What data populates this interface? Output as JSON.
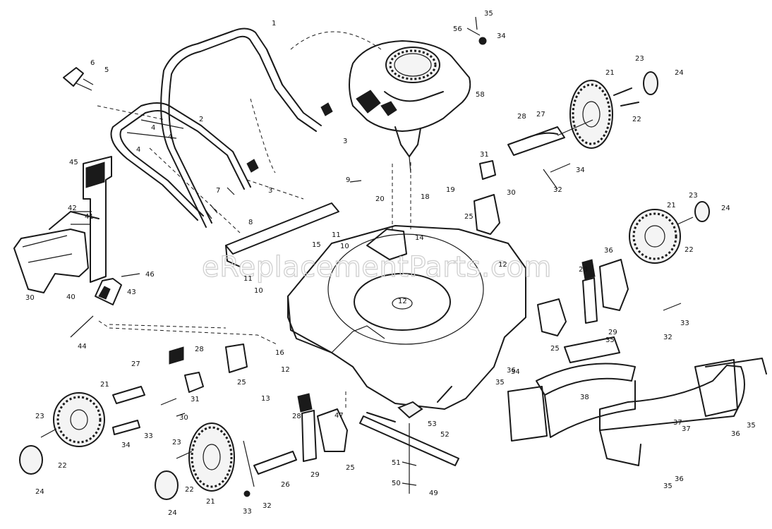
{
  "watermark": "eReplacementParts.com",
  "callouts": [
    {
      "id": "c1",
      "text": "1"
    },
    {
      "id": "c2",
      "text": "2"
    },
    {
      "id": "c3a",
      "text": "3"
    },
    {
      "id": "c3b",
      "text": "3"
    },
    {
      "id": "c4a",
      "text": "4"
    },
    {
      "id": "c4b",
      "text": "4"
    },
    {
      "id": "c4c",
      "text": "4"
    },
    {
      "id": "c5",
      "text": "5"
    },
    {
      "id": "c6",
      "text": "6"
    },
    {
      "id": "c7",
      "text": "7"
    },
    {
      "id": "c8",
      "text": "8"
    },
    {
      "id": "c9",
      "text": "9"
    },
    {
      "id": "c10a",
      "text": "10"
    },
    {
      "id": "c10b",
      "text": "10"
    },
    {
      "id": "c11a",
      "text": "11"
    },
    {
      "id": "c11b",
      "text": "11"
    },
    {
      "id": "c12a",
      "text": "12"
    },
    {
      "id": "c12b",
      "text": "12"
    },
    {
      "id": "c12c",
      "text": "12"
    },
    {
      "id": "c13",
      "text": "13"
    },
    {
      "id": "c14",
      "text": "14"
    },
    {
      "id": "c15",
      "text": "15"
    },
    {
      "id": "c16",
      "text": "16"
    },
    {
      "id": "c18",
      "text": "18"
    },
    {
      "id": "c19",
      "text": "19"
    },
    {
      "id": "c20",
      "text": "20"
    },
    {
      "id": "c21a",
      "text": "21"
    },
    {
      "id": "c21b",
      "text": "21"
    },
    {
      "id": "c21c",
      "text": "21"
    },
    {
      "id": "c21d",
      "text": "21"
    },
    {
      "id": "c22a",
      "text": "22"
    },
    {
      "id": "c22b",
      "text": "22"
    },
    {
      "id": "c22c",
      "text": "22"
    },
    {
      "id": "c22d",
      "text": "22"
    },
    {
      "id": "c23a",
      "text": "23"
    },
    {
      "id": "c23b",
      "text": "23"
    },
    {
      "id": "c23c",
      "text": "23"
    },
    {
      "id": "c23d",
      "text": "23"
    },
    {
      "id": "c24a",
      "text": "24"
    },
    {
      "id": "c24b",
      "text": "24"
    },
    {
      "id": "c24c",
      "text": "24"
    },
    {
      "id": "c24d",
      "text": "24"
    },
    {
      "id": "c25a",
      "text": "25"
    },
    {
      "id": "c25b",
      "text": "25"
    },
    {
      "id": "c25c",
      "text": "25"
    },
    {
      "id": "c25d",
      "text": "25"
    },
    {
      "id": "c26",
      "text": "26"
    },
    {
      "id": "c27a",
      "text": "27"
    },
    {
      "id": "c27b",
      "text": "27"
    },
    {
      "id": "c28a",
      "text": "28"
    },
    {
      "id": "c28b",
      "text": "28"
    },
    {
      "id": "c28c",
      "text": "28"
    },
    {
      "id": "c28d",
      "text": "28"
    },
    {
      "id": "c29a",
      "text": "29"
    },
    {
      "id": "c29b",
      "text": "29"
    },
    {
      "id": "c30a",
      "text": "30"
    },
    {
      "id": "c30b",
      "text": "30"
    },
    {
      "id": "c30c",
      "text": "30"
    },
    {
      "id": "c31a",
      "text": "31"
    },
    {
      "id": "c31b",
      "text": "31"
    },
    {
      "id": "c32a",
      "text": "32"
    },
    {
      "id": "c32b",
      "text": "32"
    },
    {
      "id": "c32c",
      "text": "32"
    },
    {
      "id": "c33a",
      "text": "33"
    },
    {
      "id": "c33b",
      "text": "33"
    },
    {
      "id": "c33c",
      "text": "33"
    },
    {
      "id": "c34a",
      "text": "34"
    },
    {
      "id": "c34b",
      "text": "34"
    },
    {
      "id": "c34c",
      "text": "34"
    },
    {
      "id": "c34d",
      "text": "34"
    },
    {
      "id": "c35a",
      "text": "35"
    },
    {
      "id": "c35b",
      "text": "35"
    },
    {
      "id": "c35c",
      "text": "35"
    },
    {
      "id": "c35d",
      "text": "35"
    },
    {
      "id": "c35e",
      "text": "35"
    },
    {
      "id": "c36a",
      "text": "36"
    },
    {
      "id": "c36b",
      "text": "36"
    },
    {
      "id": "c36c",
      "text": "36"
    },
    {
      "id": "c36d",
      "text": "36"
    },
    {
      "id": "c37a",
      "text": "37"
    },
    {
      "id": "c37b",
      "text": "37"
    },
    {
      "id": "c38",
      "text": "38"
    },
    {
      "id": "c40",
      "text": "40"
    },
    {
      "id": "c41",
      "text": "41"
    },
    {
      "id": "c42",
      "text": "42"
    },
    {
      "id": "c43",
      "text": "43"
    },
    {
      "id": "c44",
      "text": "44"
    },
    {
      "id": "c45",
      "text": "45"
    },
    {
      "id": "c46",
      "text": "46"
    },
    {
      "id": "c47",
      "text": "47"
    },
    {
      "id": "c49",
      "text": "49"
    },
    {
      "id": "c50",
      "text": "50"
    },
    {
      "id": "c51",
      "text": "51"
    },
    {
      "id": "c52",
      "text": "52"
    },
    {
      "id": "c53",
      "text": "53"
    },
    {
      "id": "c56",
      "text": "56"
    },
    {
      "id": "c58",
      "text": "58"
    }
  ]
}
